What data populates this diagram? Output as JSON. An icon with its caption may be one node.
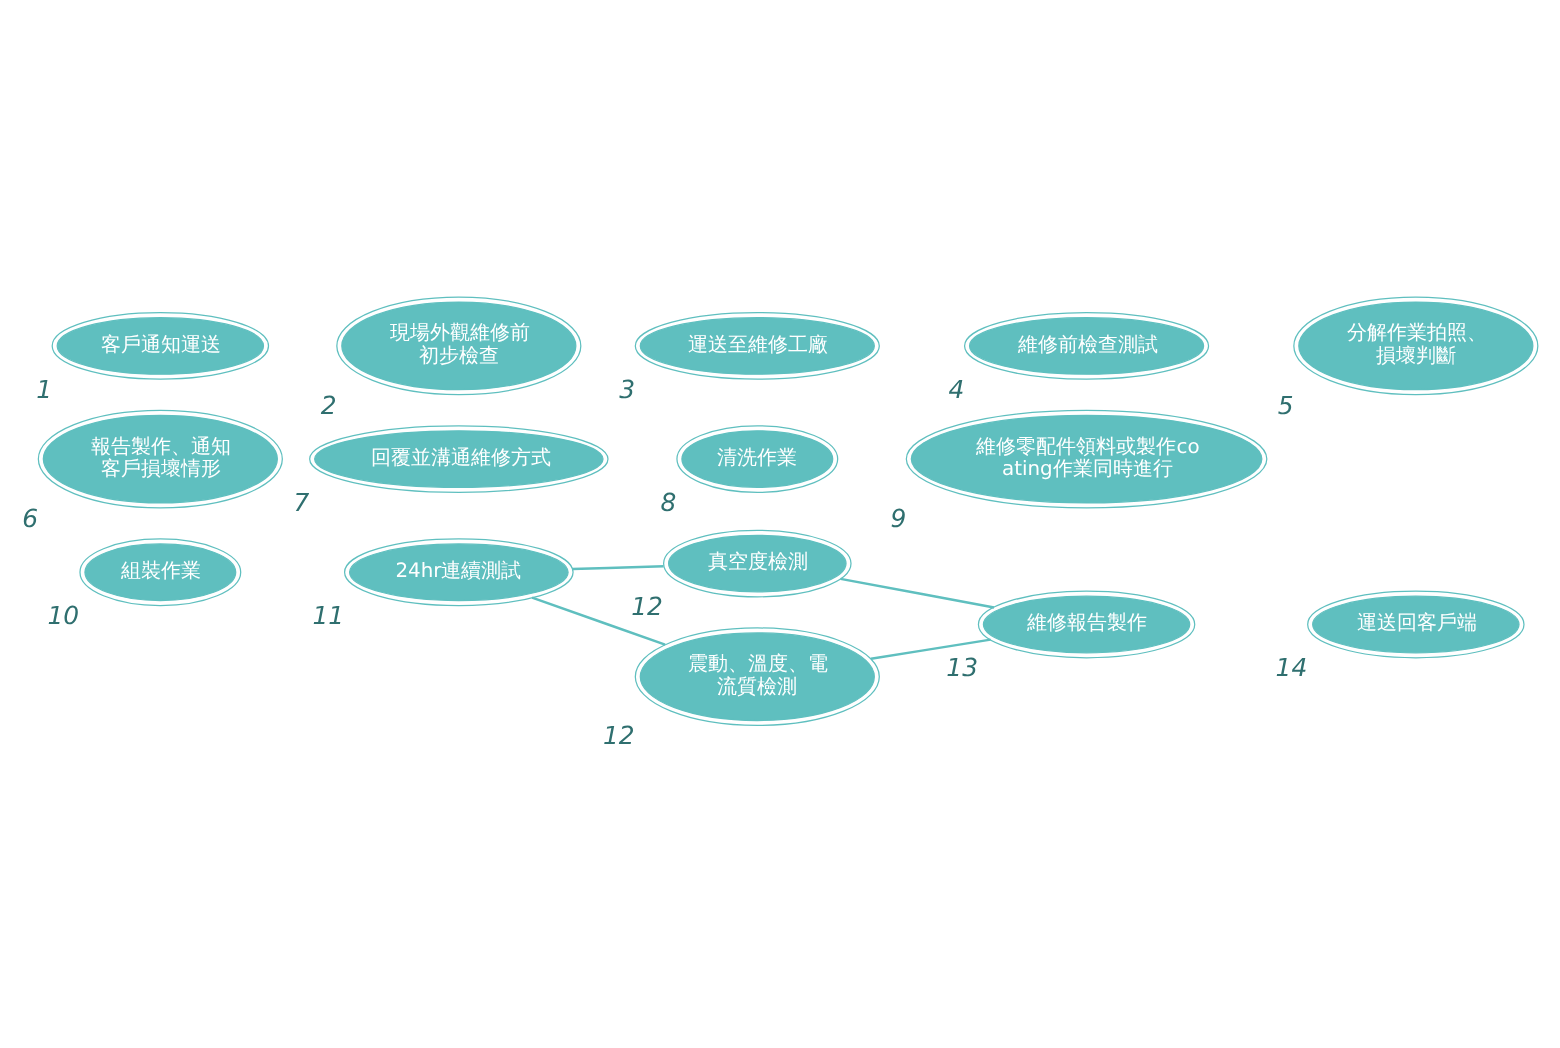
{
  "diagram": {
    "nodes": [
      {
        "text": [
          "客戶通知運送"
        ],
        "beside": [
          "1"
        ]
      },
      {
        "text": [
          "現場外觀維修前初步檢查"
        ],
        "beside": [
          "2"
        ]
      },
      {
        "text": [
          "運送至維修工廠"
        ],
        "beside": [
          "3"
        ]
      },
      {
        "text": [
          "維修前檢查測試"
        ],
        "beside": [
          "4"
        ]
      },
      {
        "text": [
          "分解作業拍照、損壞判斷"
        ],
        "beside": [
          "5"
        ]
      },
      {
        "text": [
          "報告製作、通知客戶損壞情形"
        ],
        "beside": [
          "6"
        ]
      },
      {
        "text": [
          "回覆並溝通維修方式"
        ],
        "beside": [
          "7"
        ]
      },
      {
        "text": [
          "清洗作業"
        ],
        "beside": [
          "8"
        ]
      },
      {
        "text": [
          "維修零配件領料或製作coating作業同時進行"
        ],
        "beside": [
          "9"
        ]
      },
      {
        "text": [
          "組裝作業"
        ],
        "beside": [
          "10"
        ]
      },
      {
        "text": [
          "24hr連續測試"
        ],
        "beside": [
          "11"
        ]
      },
      {
        "text": [
          "真空度檢測"
        ],
        "beside": [
          "12"
        ]
      },
      {
        "text": [
          "震動、溫度、電流質檢測"
        ],
        "beside": [
          "12"
        ]
      },
      {
        "text": [
          "維修報告製作"
        ],
        "beside": [
          "13"
        ]
      },
      {
        "text": [
          "運送回客戶端"
        ],
        "beside": [
          "14"
        ]
      }
    ],
    "edges": [
      {
        "from": 10,
        "to": 11,
        "arrow": "none"
      },
      {
        "from": 10,
        "to": 12,
        "arrow": "none"
      },
      {
        "from": 11,
        "to": 13,
        "arrow": "none"
      },
      {
        "from": 12,
        "to": 13,
        "arrow": "none"
      }
    ]
  }
}
